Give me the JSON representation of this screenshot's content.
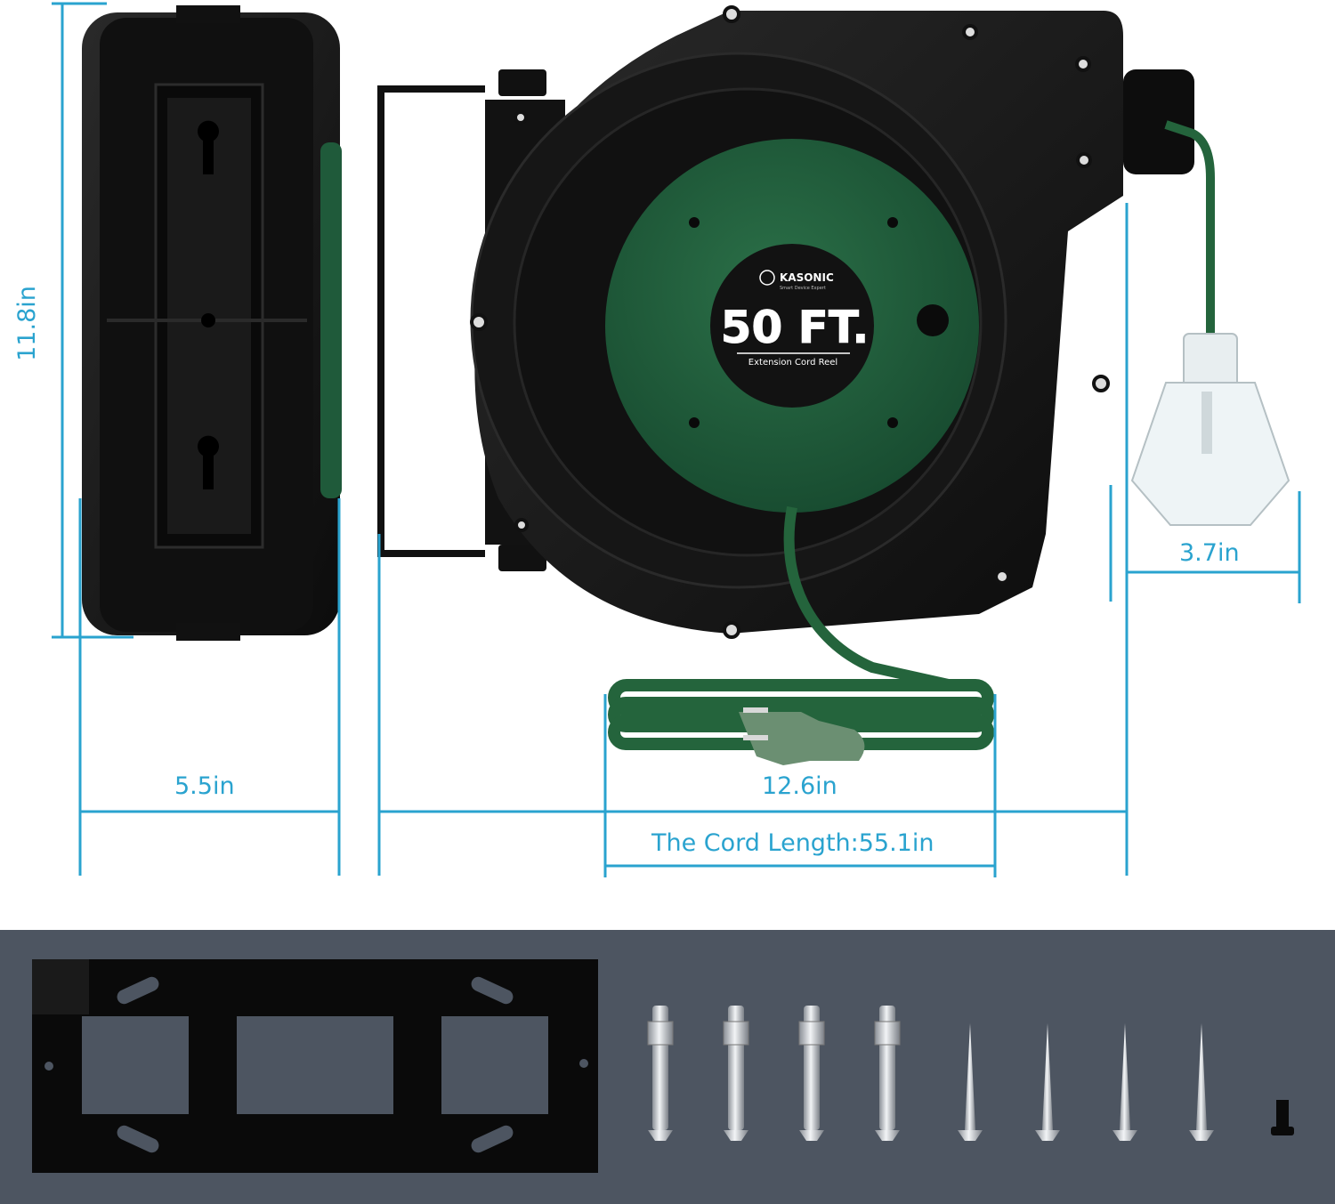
{
  "product": {
    "brand": "KASONIC",
    "brand_tagline": "Smart Device Expert",
    "badge_main": "50 FT.",
    "badge_sub": "Extension Cord Reel"
  },
  "dimensions": {
    "height": "11.8in",
    "depth": "5.5in",
    "width": "12.6in",
    "outlet_width": "3.7in",
    "cord_length": "The Cord Length:55.1in"
  },
  "colors": {
    "dimension_line": "#2aa3cf",
    "reel_green": "#1f5a3a",
    "reel_body": "#151515",
    "cord_green": "#24643c",
    "accessory_panel": "#4d5561"
  },
  "accessories": {
    "icons": [
      "mounting-bracket",
      "expansion-anchor",
      "wood-screw",
      "hex-nut"
    ]
  }
}
